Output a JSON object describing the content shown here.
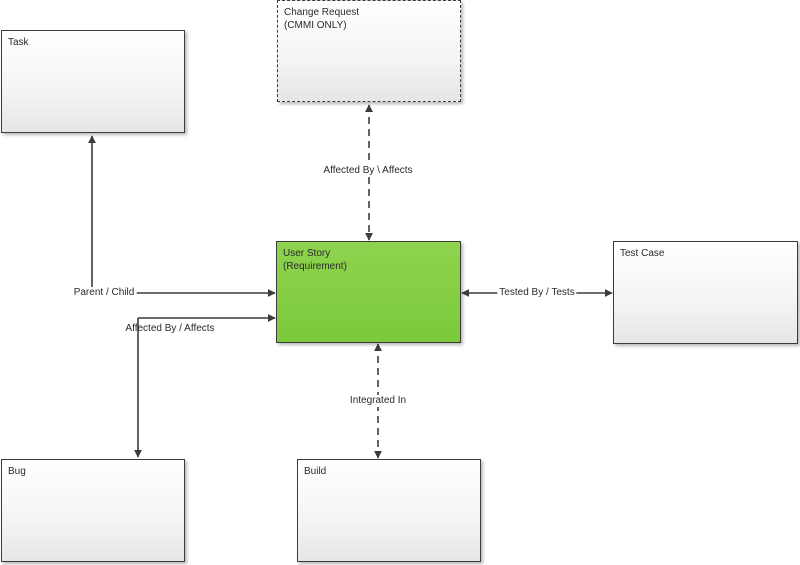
{
  "nodes": {
    "task": {
      "label": "Task"
    },
    "change_request": {
      "label": "Change Request\n(CMMI ONLY)"
    },
    "user_story": {
      "label": "User Story\n(Requirement)"
    },
    "test_case": {
      "label": "Test Case"
    },
    "bug": {
      "label": "Bug"
    },
    "build": {
      "label": "Build"
    }
  },
  "edges": {
    "parent_child": {
      "label": "Parent / Child"
    },
    "affected_by_bug": {
      "label": "Affected By / Affects"
    },
    "affected_by_change": {
      "label": "Affected By \\ Affects"
    },
    "tested_by": {
      "label": "Tested By / Tests"
    },
    "integrated_in": {
      "label": "Integrated In"
    }
  },
  "colors": {
    "highlight": "#7cc93b",
    "line": "#3c3c3c"
  }
}
